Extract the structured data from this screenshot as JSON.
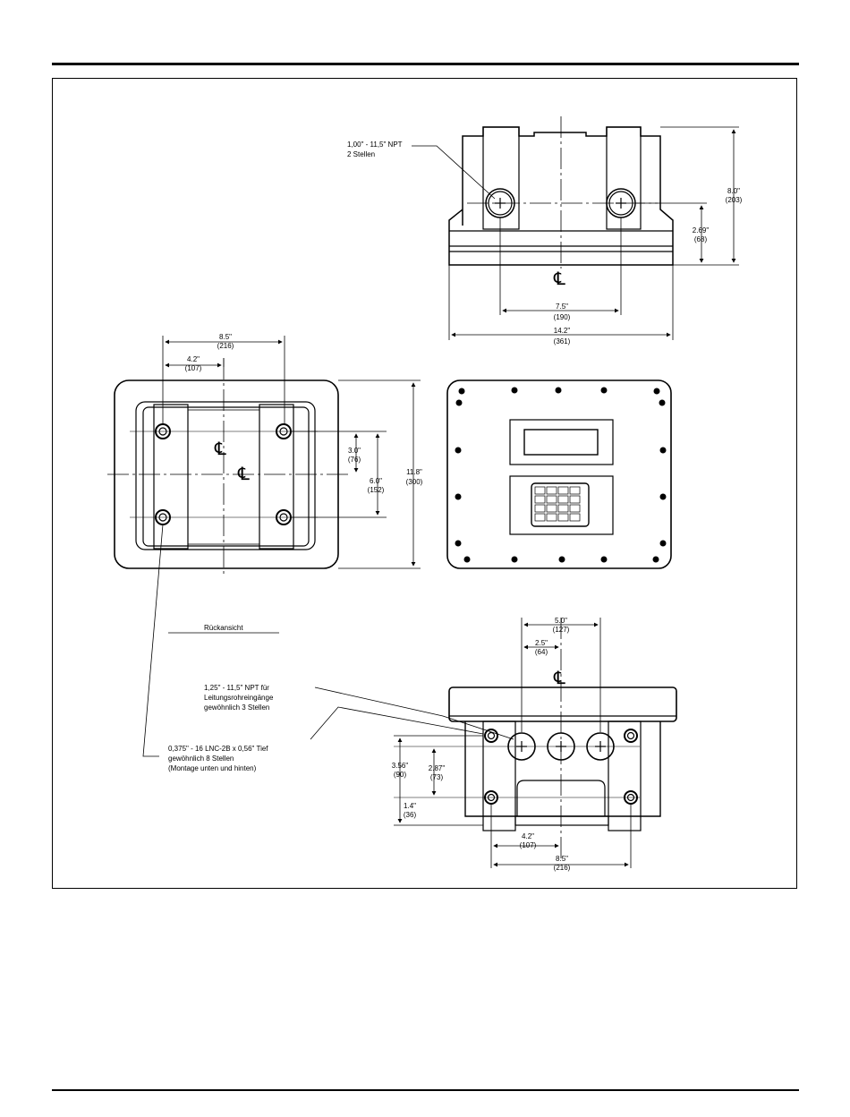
{
  "callouts": {
    "npt_top_line1": "1,00\" - 11,5\" NPT",
    "npt_top_line2": "2 Stellen",
    "npt_bottom_line1": "1,25\" - 11,5\" NPT für",
    "npt_bottom_line2": "Leitungsrohreingänge",
    "npt_bottom_line3": "gewöhnlich 3 Stellen",
    "thread_line1": "0,375\" - 16 LNC-2B x 0,56\" Tief",
    "thread_line2": "gewöhnlich 8 Stellen",
    "thread_line3": "(Montage unten und hinten)",
    "rear_view": "Rückansicht"
  },
  "centerline_symbol": "℄",
  "dimensions": {
    "top_height": [
      "8.0\"",
      "(203)"
    ],
    "top_hub_height": [
      "2.69\"",
      "(68)"
    ],
    "top_hole_spacing": [
      "7.5\"",
      "(190)"
    ],
    "overall_width": [
      "14.2\"",
      "(361)"
    ],
    "rear_width": [
      "8.5\"",
      "(216)"
    ],
    "rear_offset": [
      "4.2\"",
      "(107)"
    ],
    "rear_inner_v": [
      "3.0\"",
      "(76)"
    ],
    "rear_outer_v": [
      "6.0\"",
      "(152)"
    ],
    "overall_height": [
      "11.8\"",
      "(300)"
    ],
    "bottom_hub_spacing": [
      "5.0\"",
      "(127)"
    ],
    "bottom_hub_offset": [
      "2.5\"",
      "(64)"
    ],
    "bottom_height_a": [
      "3.56\"",
      "(90)"
    ],
    "bottom_height_b": [
      "2.87\"",
      "(73)"
    ],
    "bottom_height_c": [
      "1.4\"",
      "(36)"
    ],
    "bottom_offset": [
      "4.2\"",
      "(107)"
    ],
    "bottom_width": [
      "8.5\"",
      "(216)"
    ]
  }
}
